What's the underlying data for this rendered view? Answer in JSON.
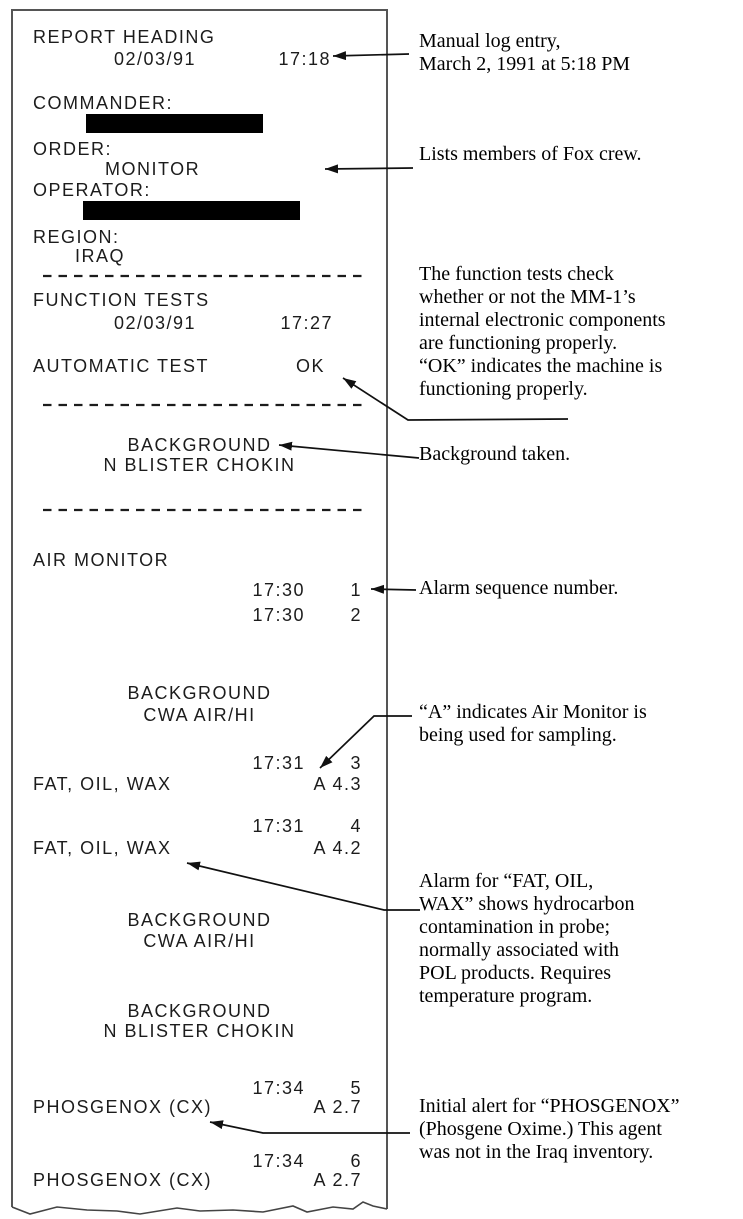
{
  "receipt": {
    "header": {
      "title": "REPORT HEADING",
      "date": "02/03/91",
      "time": "17:18"
    },
    "commander_label": "COMMANDER:",
    "order_label": "ORDER:",
    "order_value": "MONITOR",
    "operator_label": "OPERATOR:",
    "region_label": "REGION:",
    "region_value": "IRAQ",
    "function_tests": {
      "title": "FUNCTION TESTS",
      "date": "02/03/91",
      "time": "17:27",
      "test_label": "AUTOMATIC TEST",
      "result": "OK"
    },
    "background_blister": {
      "line1": "BACKGROUND",
      "line2": "N BLISTER CHOKIN"
    },
    "background_cwa": {
      "line1": "BACKGROUND",
      "line2": "CWA AIR/HI"
    },
    "air_monitor_label": "AIR MONITOR",
    "events": [
      {
        "time": "17:30",
        "seq": "1"
      },
      {
        "time": "17:30",
        "seq": "2"
      }
    ],
    "alarms": [
      {
        "time": "17:31",
        "seq": "3",
        "agent": "FAT, OIL, WAX",
        "reading": "A 4.3"
      },
      {
        "time": "17:31",
        "seq": "4",
        "agent": "FAT, OIL, WAX",
        "reading": "A 4.2"
      },
      {
        "time": "17:34",
        "seq": "5",
        "agent": "PHOSGENOX (CX)",
        "reading": "A 2.7"
      },
      {
        "time": "17:34",
        "seq": "6",
        "agent": "PHOSGENOX (CX)",
        "reading": "A 2.7"
      }
    ]
  },
  "annotations": [
    {
      "text": "Manual log entry,\nMarch 2, 1991 at 5:18 PM"
    },
    {
      "text": "Lists members of Fox crew."
    },
    {
      "text": "The function tests check\nwhether or not the MM-1’s\ninternal electronic components\nare functioning properly.\n“OK” indicates the machine is\nfunctioning properly."
    },
    {
      "text": "Background taken."
    },
    {
      "text": "Alarm sequence number."
    },
    {
      "text": "“A” indicates Air Monitor is\nbeing used for sampling."
    },
    {
      "text": "Alarm for “FAT, OIL,\nWAX” shows hydrocarbon\ncontamination in probe;\nnormally associated with\nPOL products. Requires\ntemperature program."
    },
    {
      "text": "Initial alert for “PHOSGENOX”\n(Phosgene Oxime.)  This agent\nwas not in the Iraq inventory."
    }
  ],
  "colors": {
    "ink": "#1c1c1c",
    "redaction": "#000000",
    "border": "#555555"
  }
}
